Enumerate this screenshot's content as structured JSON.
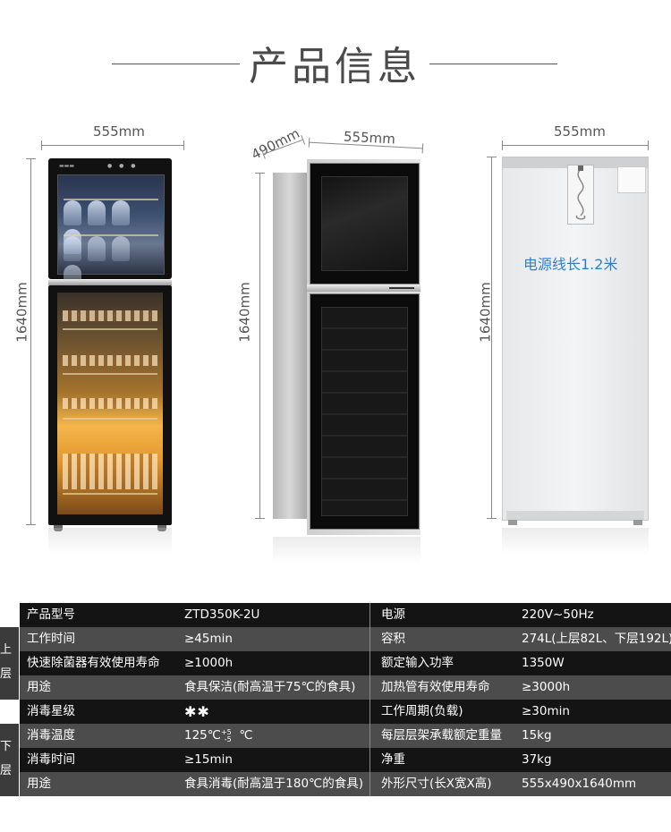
{
  "header": {
    "title": "产品信息"
  },
  "dimensions": {
    "front_width": "555mm",
    "front_height": "1640mm",
    "side_depth": "490mm",
    "side_width": "555mm",
    "side_height": "1640mm",
    "back_width": "555mm",
    "back_height": "1640mm"
  },
  "cord_note": "电源线长1.2米",
  "sections": {
    "upper": [
      "上",
      "层"
    ],
    "lower": [
      "下",
      "层"
    ]
  },
  "spec_rows": [
    {
      "label": "产品型号",
      "value": "ZTD350K-2U",
      "label2": "电源",
      "value2": "220V~50Hz"
    },
    {
      "label": "工作时间",
      "value": "≥45min",
      "label2": "容积",
      "value2": "274L(上层82L、下层192L)"
    },
    {
      "label": "快速除菌器有效使用寿命",
      "value": "≥1000h",
      "label2": "额定输入功率",
      "value2": "1350W"
    },
    {
      "label": "用途",
      "value": "食具保洁(耐高温于75℃的食具)",
      "label2": "加热管有效使用寿命",
      "value2": "≥3000h"
    },
    {
      "label": "消毒星级",
      "value": "✱✱",
      "label2": "工作周期(负载)",
      "value2": "≥30min"
    },
    {
      "label": "消毒温度",
      "value_main": "125℃",
      "value_sup": "+5",
      "value_sub": "-5",
      "value_unit": "℃",
      "label2": "每层层架承载额定重量",
      "value2": "15kg"
    },
    {
      "label": "消毒时间",
      "value": "≥15min",
      "label2": "净重",
      "value2": "37kg"
    },
    {
      "label": "用途",
      "value": "食具消毒(耐高温于180℃的食具)",
      "label2": "外形尺寸(长X宽X高)",
      "value2": "555x490x1640mm"
    }
  ],
  "colors": {
    "row_dark": "#141414",
    "row_gray": "#4c4c4c",
    "cord_note": "#2b7fd0"
  }
}
